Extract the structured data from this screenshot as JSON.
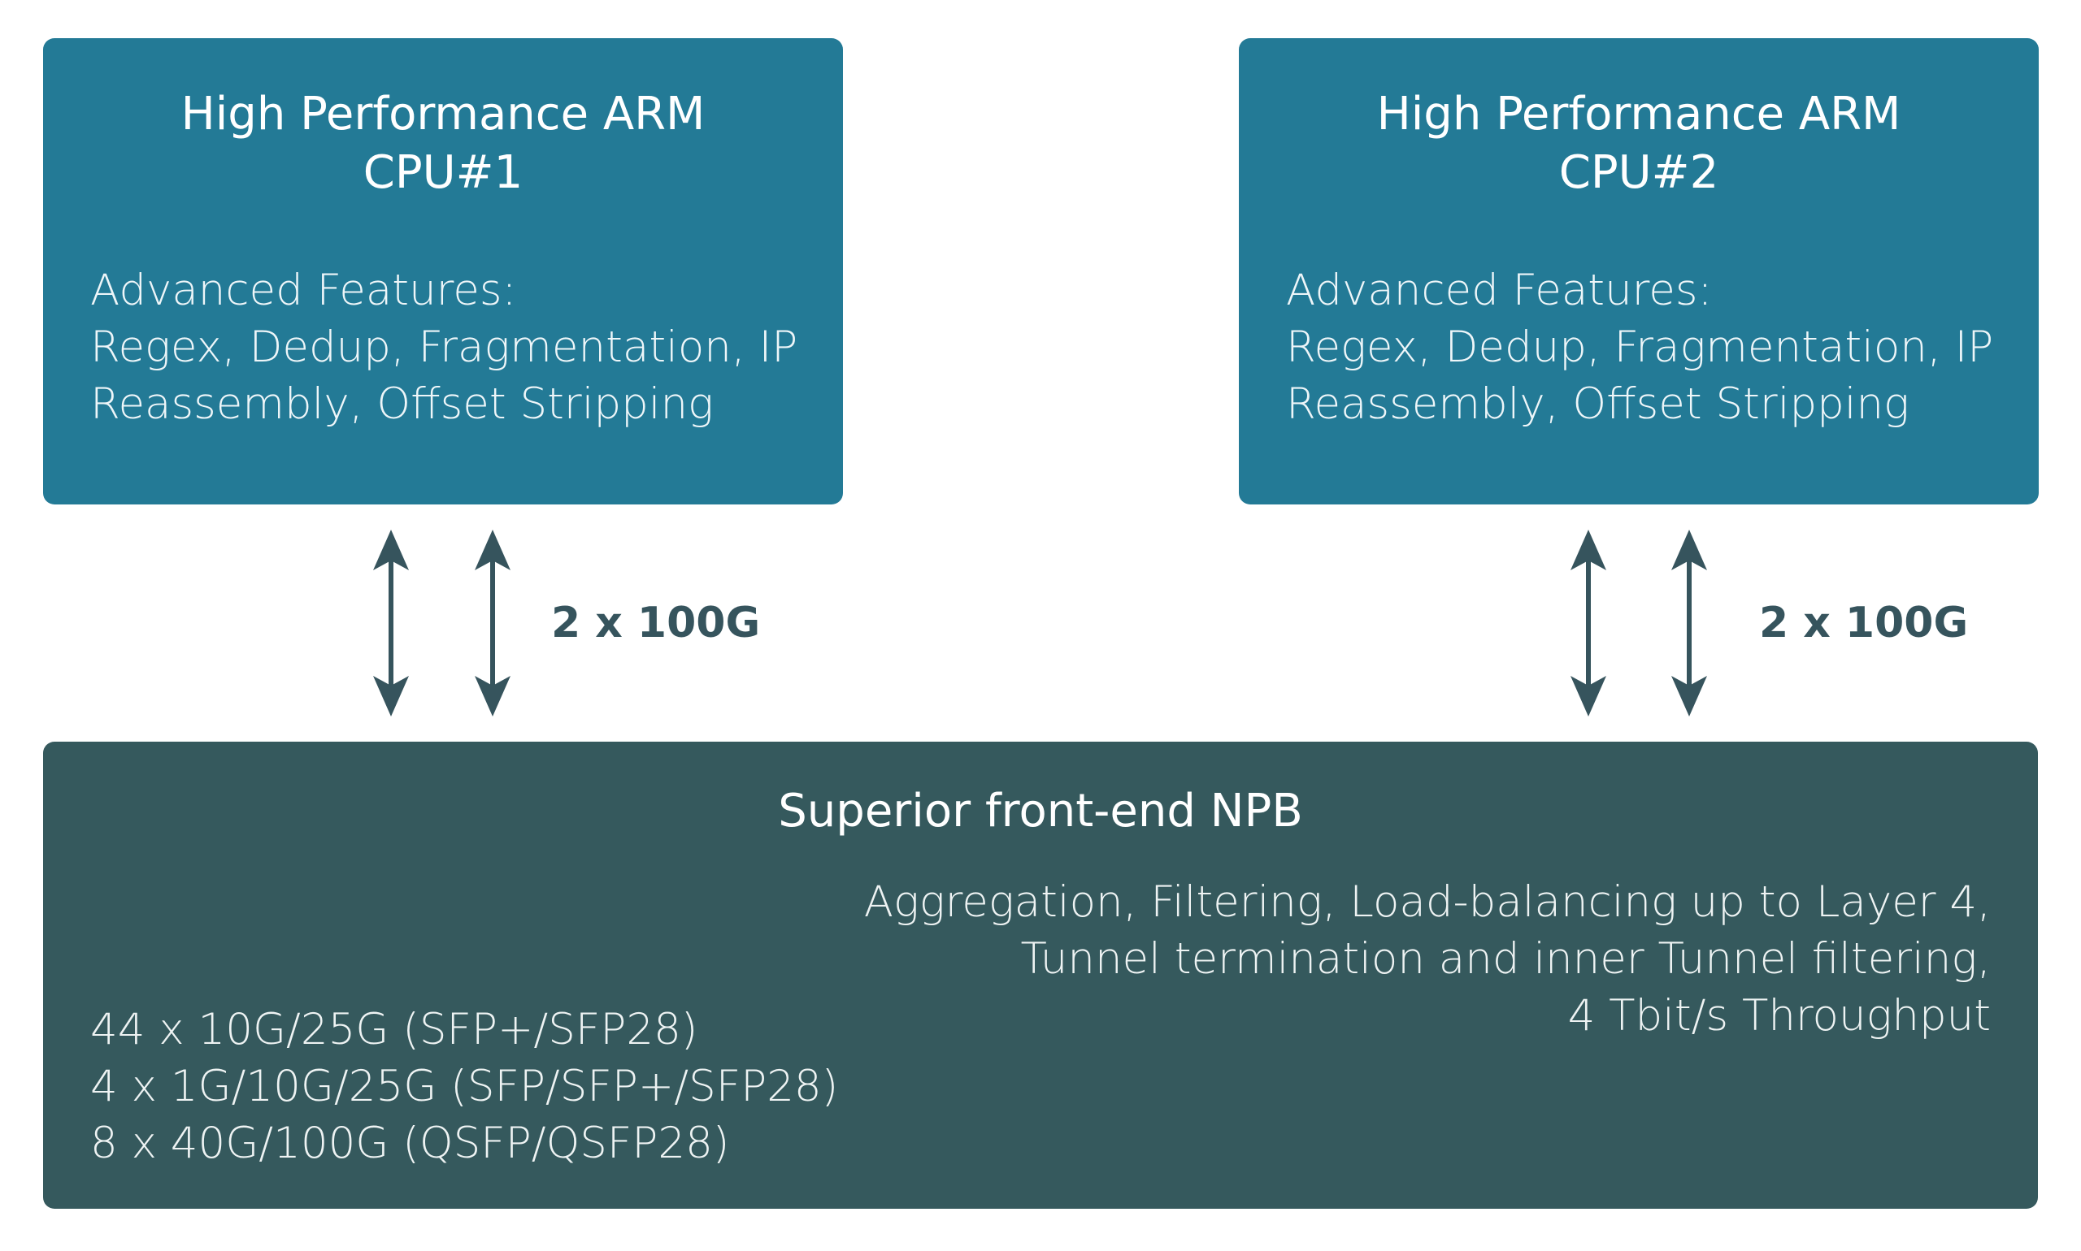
{
  "cpu1": {
    "title_line1": "High Performance ARM",
    "title_line2": "CPU#1",
    "features": [
      "Advanced Features:",
      "Regex, Dedup, Fragmentation, IP",
      "Reassembly, Offset Stripping"
    ]
  },
  "cpu2": {
    "title_line1": "High Performance ARM",
    "title_line2": "CPU#2",
    "features": [
      "Advanced Features:",
      "Regex, Dedup, Fragmentation, IP",
      "Reassembly, Offset Stripping"
    ]
  },
  "links": {
    "left_label": "2 x 100G",
    "right_label": "2 x 100G"
  },
  "npb": {
    "title": "Superior front-end NPB",
    "capabilities": [
      "Aggregation, Filtering, Load-balancing up to Layer 4,",
      "Tunnel termination and inner Tunnel filtering,",
      "4 Tbit/s Throughput"
    ],
    "ports": [
      "44 x 10G/25G (SFP+/SFP28)",
      "4 x 1G/10G/25G (SFP/SFP+/SFP28)",
      "8 x 40G/100G (QSFP/QSFP28)"
    ]
  },
  "colors": {
    "cpu_box": "#237a96",
    "npb_box": "#35595d",
    "arrow": "#36545d",
    "text": "#ffffff"
  }
}
